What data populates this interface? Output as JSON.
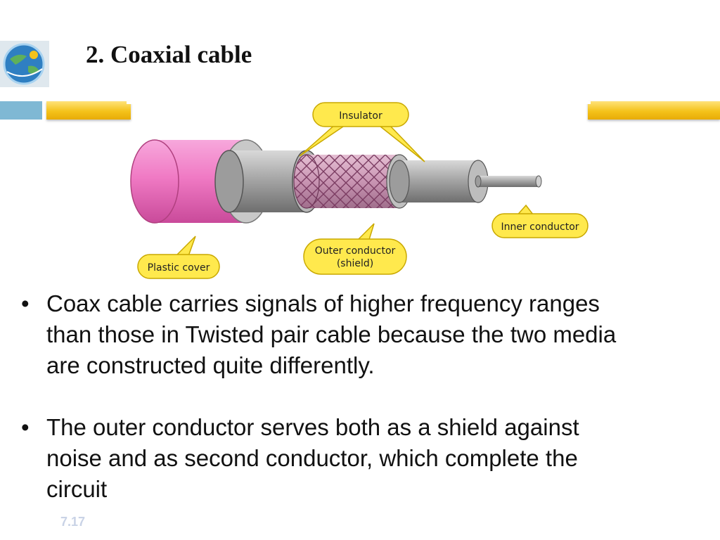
{
  "title": "2. Coaxial cable",
  "colors": {
    "accent_gold": "#f4c21a",
    "accent_blue": "#7fb8d4",
    "cover_pink": "#f07ac4",
    "callout_yellow": "#ffe94d"
  },
  "icons": {
    "logo": "globe-logo-icon",
    "bullet": "bullet-dot"
  },
  "diagram": {
    "labels": {
      "insulator": "Insulator",
      "inner_conductor": "Inner conductor",
      "outer_conductor_line1": "Outer conductor",
      "outer_conductor_line2": "(shield)",
      "plastic_cover": "Plastic cover"
    }
  },
  "bullets": [
    {
      "lines": [
        "Coax cable carries signals of higher frequency ranges",
        "than those in Twisted pair cable because the two media",
        "are constructed quite differently."
      ]
    },
    {
      "lines": [
        "The outer conductor serves both as a shield against",
        "noise and as second conductor, which complete the",
        "circuit"
      ]
    }
  ],
  "bullet_glyph": "•",
  "slide_number": "7.17"
}
